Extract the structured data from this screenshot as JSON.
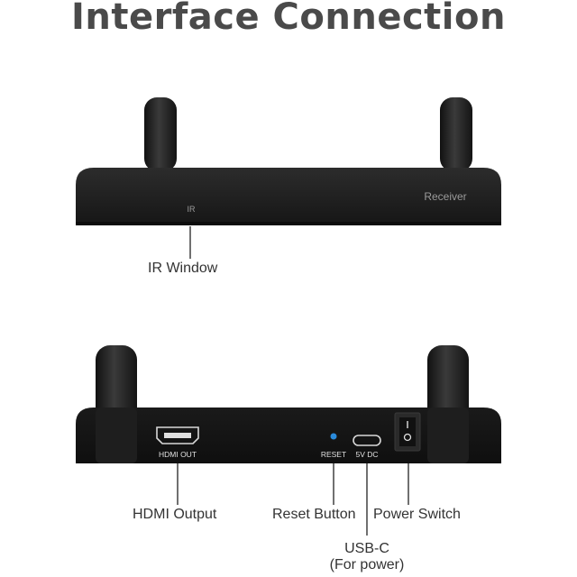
{
  "title": "Interface Connection",
  "top_device": {
    "ir_label": "IR",
    "model_label": "Receiver",
    "callouts": {
      "ir_window": "IR Window"
    }
  },
  "bottom_device": {
    "hdmi_port_label": "HDMI OUT",
    "reset_port_label": "RESET",
    "usbc_port_label": "5V DC",
    "callouts": {
      "hdmi_output": "HDMI Output",
      "reset_button": "Reset Button",
      "power_switch": "Power Switch",
      "usbc_line1": "USB-C",
      "usbc_line2": "(For power)"
    }
  },
  "colors": {
    "device_body": "#1c1c1c",
    "device_face": "#262626",
    "antenna": "#202020",
    "reset_led": "#2a8bdc",
    "leader_line": "#333333",
    "title": "#4a4a4a"
  }
}
